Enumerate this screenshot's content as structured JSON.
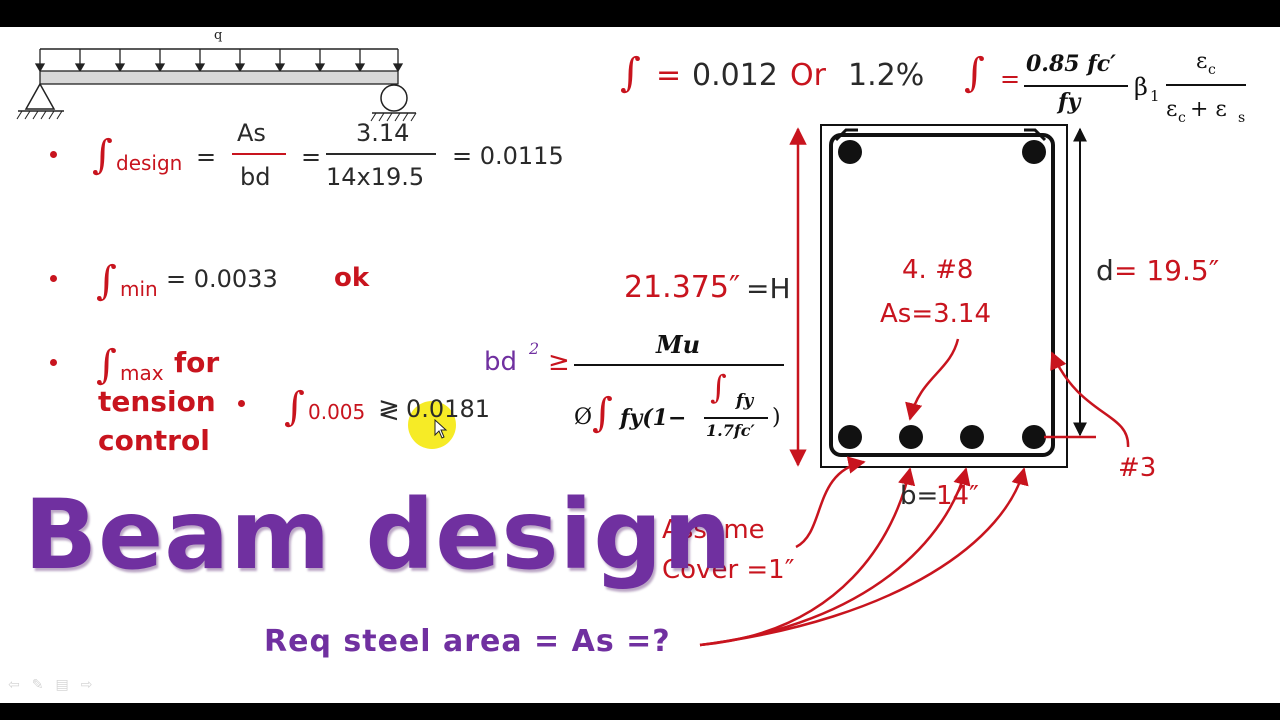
{
  "beam": {
    "load_label": "q"
  },
  "rho_symbol": "∫",
  "design": {
    "subscript": "design",
    "eq": "=",
    "numerator": "As",
    "denominator": "bd",
    "eq2": "=",
    "num_value": "3.14",
    "den_value": "14x19.5",
    "result": "= 0.0115"
  },
  "minimum": {
    "subscript": "min",
    "value": "= 0.0033",
    "status": "ok"
  },
  "maximum": {
    "subscript": "max",
    "label_line1": "for",
    "label_line2": "tension",
    "label_line3": "control",
    "sub_005": "0.005",
    "compare": "≷",
    "value": "0.0181"
  },
  "rho_top": {
    "eq": "=",
    "value": "0.012",
    "or": "Or",
    "percent": "1.2%"
  },
  "rho_formula": {
    "eq": "=",
    "num": "0.85 fc′",
    "den": "fy",
    "beta": "β",
    "beta_sub": "1",
    "eps_num": "ε",
    "eps_num_sub": "c",
    "eps_den_a": "ε",
    "eps_den_a_sub": "c",
    "plus": "+ ε",
    "eps_den_b_sub": "s"
  },
  "bd2": {
    "lhs_b": "bd",
    "lhs_sup": "2",
    "ge": "≥",
    "num": "Mu",
    "den_phi": "Ø",
    "den_fy": "fy(1−",
    "inner_num": "fy",
    "inner_den": "1.7fc′",
    "den_close": ")"
  },
  "section": {
    "height_label": "21.375″",
    "height_eq": "=H",
    "d_prefix": "d",
    "d_value": "= 19.5″",
    "bars_label": "4. #8",
    "as_label": "As=3.14",
    "stirrup_label": "#3",
    "b_prefix": "b=",
    "b_value": "14″",
    "cover_line1": "Assume",
    "cover_line2": "Cover =1″"
  },
  "title": "Beam design",
  "question": "Req steel area = As =?",
  "colors": {
    "red": "#c8141e",
    "purple": "#7030a0",
    "dark": "#2a2a2a",
    "highlight": "#f5e800"
  },
  "icons": [
    "prev-icon",
    "pen-icon",
    "menu-icon",
    "next-icon"
  ]
}
